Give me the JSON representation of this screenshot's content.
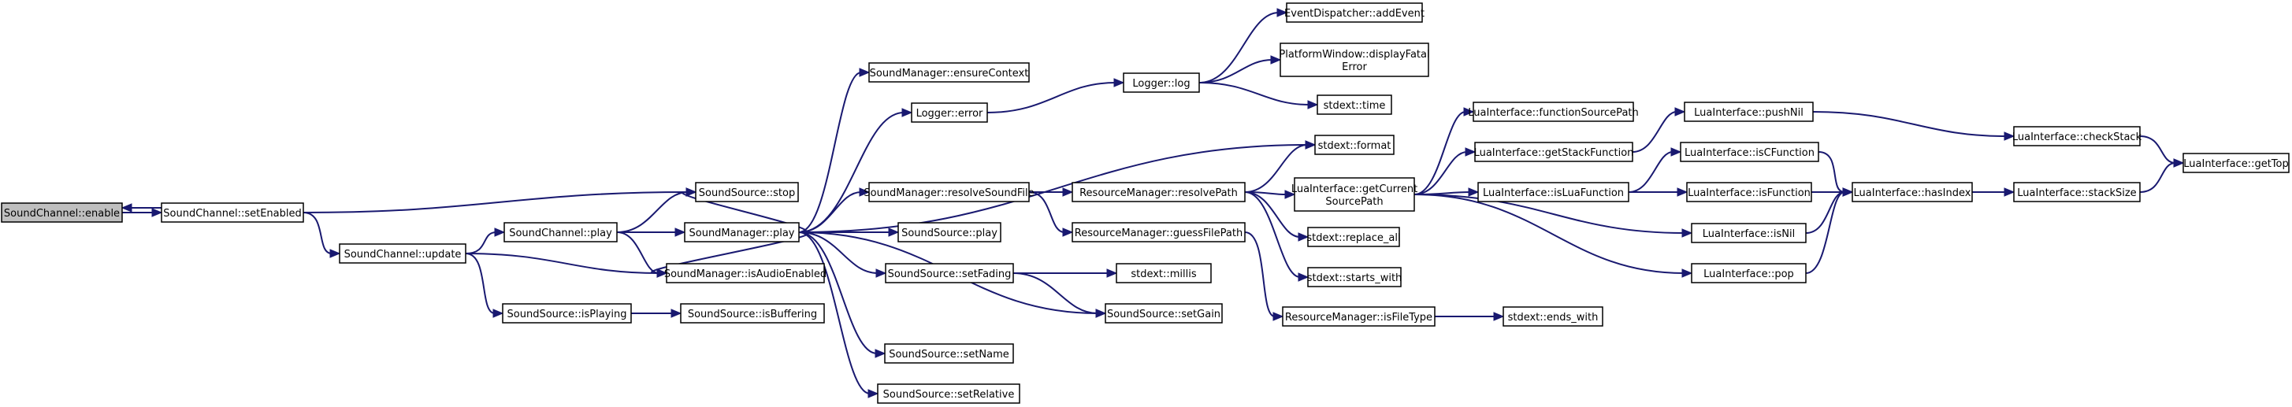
{
  "colors": {
    "edge": "#191970",
    "current_fill": "#bfbfbf",
    "node_fill": "#ffffff",
    "border": "#000000"
  },
  "nodes": {
    "n_enable": "SoundChannel::enable",
    "n_setEnabled": "SoundChannel::setEnabled",
    "n_update": "SoundChannel::update",
    "n_chplay": "SoundChannel::play",
    "n_isPlaying": "SoundSource::isPlaying",
    "n_stop": "SoundSource::stop",
    "n_smplay": "SoundManager::play",
    "n_isAudioEnabled": "SoundManager::isAudioEnabled",
    "n_isBuffering": "SoundSource::isBuffering",
    "n_ensureContext": "SoundManager::ensureContext",
    "n_error": "Logger::error",
    "n_resolveSoundFile": "SoundManager::resolveSoundFile",
    "n_ssplay": "SoundSource::play",
    "n_setFading": "SoundSource::setFading",
    "n_setGain": "SoundSource::setGain",
    "n_setName": "SoundSource::setName",
    "n_setRelative": "SoundSource::setRelative",
    "n_log": "Logger::log",
    "n_addEvent": "EventDispatcher::addEvent",
    "n_displayFatal": [
      "PlatformWindow::displayFatal",
      "Error"
    ],
    "n_time": "stdext::time",
    "n_format": "stdext::format",
    "n_resolvePath": "ResourceManager::resolvePath",
    "n_guessFilePath": "ResourceManager::guessFilePath",
    "n_millis": "stdext::millis",
    "n_getCurrent": [
      "LuaInterface::getCurrent",
      "SourcePath"
    ],
    "n_replace_all": "stdext::replace_all",
    "n_starts_with": "stdext::starts_with",
    "n_isFileType": "ResourceManager::isFileType",
    "n_ends_with": "stdext::ends_with",
    "n_functionSourcePath": "LuaInterface::functionSourcePath",
    "n_getStackFunction": "LuaInterface::getStackFunction",
    "n_isLuaFunction": "LuaInterface::isLuaFunction",
    "n_pushNil": "LuaInterface::pushNil",
    "n_isCFunction": "LuaInterface::isCFunction",
    "n_isFunction": "LuaInterface::isFunction",
    "n_isNil": "LuaInterface::isNil",
    "n_pop": "LuaInterface::pop",
    "n_hasIndex": "LuaInterface::hasIndex",
    "n_checkStack": "LuaInterface::checkStack",
    "n_stackSize": "LuaInterface::stackSize",
    "n_getTop": "LuaInterface::getTop"
  },
  "edges": [
    [
      "n_enable",
      "n_setEnabled"
    ],
    [
      "n_setEnabled",
      "n_enable"
    ],
    [
      "n_setEnabled",
      "n_stop"
    ],
    [
      "n_setEnabled",
      "n_update"
    ],
    [
      "n_update",
      "n_chplay"
    ],
    [
      "n_update",
      "n_isAudioEnabled"
    ],
    [
      "n_update",
      "n_isPlaying"
    ],
    [
      "n_chplay",
      "n_stop"
    ],
    [
      "n_chplay",
      "n_smplay"
    ],
    [
      "n_chplay",
      "n_isAudioEnabled"
    ],
    [
      "n_isPlaying",
      "n_isBuffering"
    ],
    [
      "n_smplay",
      "n_ensureContext"
    ],
    [
      "n_smplay",
      "n_error"
    ],
    [
      "n_smplay",
      "n_stop"
    ],
    [
      "n_smplay",
      "n_format"
    ],
    [
      "n_smplay",
      "n_resolveSoundFile"
    ],
    [
      "n_smplay",
      "n_ssplay"
    ],
    [
      "n_smplay",
      "n_isAudioEnabled"
    ],
    [
      "n_smplay",
      "n_setFading"
    ],
    [
      "n_smplay",
      "n_setGain"
    ],
    [
      "n_smplay",
      "n_setName"
    ],
    [
      "n_smplay",
      "n_setRelative"
    ],
    [
      "n_error",
      "n_log"
    ],
    [
      "n_log",
      "n_addEvent"
    ],
    [
      "n_log",
      "n_displayFatal"
    ],
    [
      "n_log",
      "n_time"
    ],
    [
      "n_resolveSoundFile",
      "n_resolvePath"
    ],
    [
      "n_resolveSoundFile",
      "n_guessFilePath"
    ],
    [
      "n_setFading",
      "n_millis"
    ],
    [
      "n_setFading",
      "n_setGain"
    ],
    [
      "n_resolvePath",
      "n_format"
    ],
    [
      "n_resolvePath",
      "n_getCurrent"
    ],
    [
      "n_resolvePath",
      "n_replace_all"
    ],
    [
      "n_resolvePath",
      "n_starts_with"
    ],
    [
      "n_guessFilePath",
      "n_isFileType"
    ],
    [
      "n_isFileType",
      "n_ends_with"
    ],
    [
      "n_getCurrent",
      "n_functionSourcePath"
    ],
    [
      "n_getCurrent",
      "n_getStackFunction"
    ],
    [
      "n_getCurrent",
      "n_isLuaFunction"
    ],
    [
      "n_getCurrent",
      "n_isNil"
    ],
    [
      "n_getCurrent",
      "n_pop"
    ],
    [
      "n_getStackFunction",
      "n_pushNil"
    ],
    [
      "n_isLuaFunction",
      "n_isCFunction"
    ],
    [
      "n_isLuaFunction",
      "n_isFunction"
    ],
    [
      "n_pushNil",
      "n_checkStack"
    ],
    [
      "n_isCFunction",
      "n_hasIndex"
    ],
    [
      "n_isFunction",
      "n_hasIndex"
    ],
    [
      "n_isNil",
      "n_hasIndex"
    ],
    [
      "n_pop",
      "n_hasIndex"
    ],
    [
      "n_hasIndex",
      "n_stackSize"
    ],
    [
      "n_checkStack",
      "n_getTop"
    ],
    [
      "n_stackSize",
      "n_getTop"
    ]
  ]
}
